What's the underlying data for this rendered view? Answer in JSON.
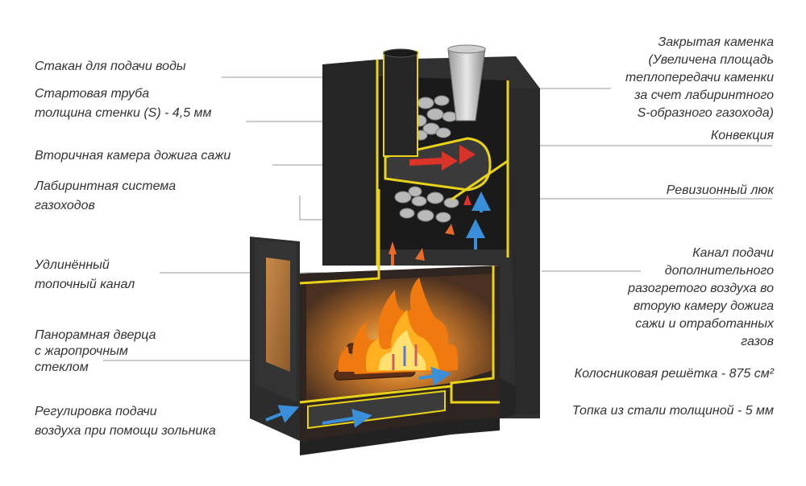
{
  "labels": {
    "water_glass": "Стакан для подачи воды",
    "start_pipe": [
      "Стартовая труба",
      "толщина стенки (S) - 4,5 мм"
    ],
    "secondary_chamber": "Вторичная камера дожига сажи",
    "labyrinth": [
      "Лабиринтная система",
      "газоходов"
    ],
    "firebox_channel": [
      "Удлинённый",
      "топочный канал"
    ],
    "panoramic_door": [
      "Панорамная дверца",
      "с жаропрочным",
      "стеклом"
    ],
    "air_regulation": [
      "Регулировка подачи",
      "воздуха при помощи зольника"
    ],
    "closed_heater": [
      "Закрытая каменка",
      "(Увеличена площадь",
      "теплопередачи каменки",
      "за счет лабиринтного",
      "S-образного газохода)"
    ],
    "convection": "Конвекция",
    "revision_hatch": "Ревизионный люк",
    "air_channel": [
      "Канал подачи",
      "дополнительного",
      "разогретого воздуха во",
      "вторую камеру дожига",
      "сажи и отработанных",
      "газов"
    ],
    "grate": "Колосниковая решётка - 875 см²",
    "firebox_steel": "Топка из стали толщиной - 5 мм"
  },
  "colors": {
    "steel": "#2b2b2b",
    "cutaway_edge": "#e8d21a",
    "flame": "#f07a10",
    "air_arrow": "#3a8fd8",
    "hot_arrow": "#d8342a",
    "leader_line": "#9a9a9a"
  }
}
